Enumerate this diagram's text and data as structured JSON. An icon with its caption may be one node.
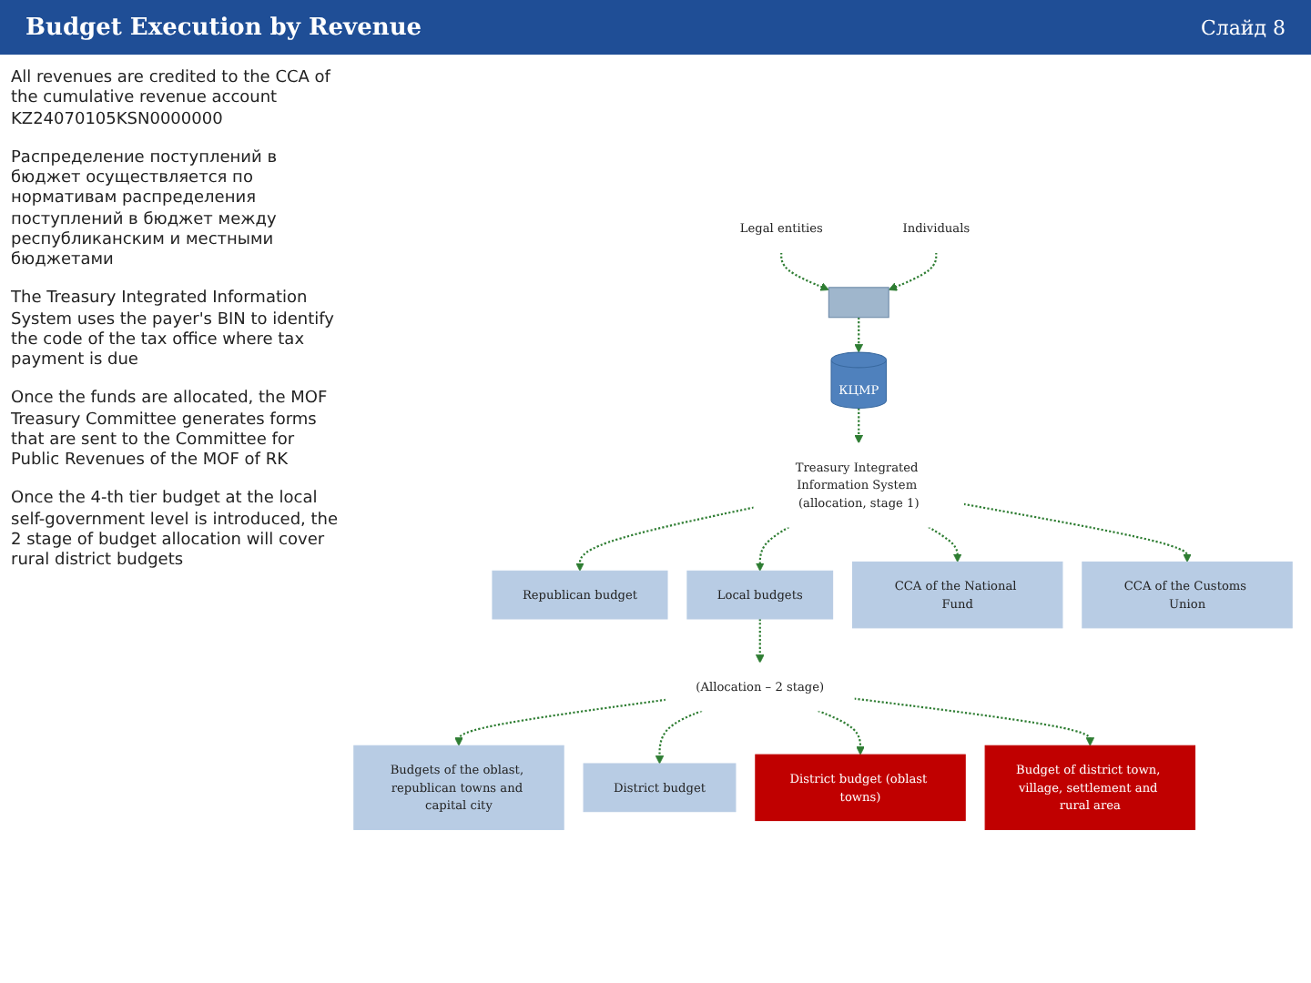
{
  "diagram": {
    "title": "Budget Execution by Revenue",
    "nodes": [
      {
        "text": [
          "Legal entities"
        ]
      },
      {
        "text": [
          "Individuals"
        ]
      },
      {
        "text": [],
        "shape": "box"
      },
      {
        "text": [
          "КЦМР"
        ]
      },
      {
        "text": [
          "Treasury Integrated Information System (allocation, stage 1)"
        ]
      },
      {
        "text": [
          "Republican budget"
        ]
      },
      {
        "text": [
          "Local budgets"
        ]
      },
      {
        "text": [
          "CCA of the National Fund"
        ]
      },
      {
        "text": [
          "CCA of the Customs Union"
        ]
      },
      {
        "text": [
          "(Allocation – 2 stage)"
        ]
      },
      {
        "text": [
          "Budgets of the oblast, republican towns and capital city"
        ]
      },
      {
        "text": [
          "District budget"
        ]
      },
      {
        "text": [
          "District budget (oblast towns)"
        ]
      },
      {
        "text": [
          "Budget of district town, village, settlement and rural area"
        ]
      }
    ],
    "edges": [
      {
        "from": 0,
        "to": 2,
        "arrow": "to",
        "style": "dashed"
      },
      {
        "from": 1,
        "to": 2,
        "arrow": "to",
        "style": "dashed"
      },
      {
        "from": 2,
        "to": 3,
        "arrow": "to",
        "style": "dashed"
      },
      {
        "from": 3,
        "to": 4,
        "arrow": "to",
        "style": "dashed"
      },
      {
        "from": 4,
        "to": 5,
        "arrow": "to",
        "style": "dashed"
      },
      {
        "from": 4,
        "to": 6,
        "arrow": "to",
        "style": "dashed"
      },
      {
        "from": 4,
        "to": 7,
        "arrow": "to",
        "style": "dashed"
      },
      {
        "from": 4,
        "to": 8,
        "arrow": "to",
        "style": "dashed"
      },
      {
        "from": 6,
        "to": 9,
        "arrow": "to",
        "style": "dashed"
      },
      {
        "from": 9,
        "to": 10,
        "arrow": "to",
        "style": "dashed"
      },
      {
        "from": 9,
        "to": 11,
        "arrow": "to",
        "style": "dashed"
      },
      {
        "from": 9,
        "to": 12,
        "arrow": "to",
        "style": "dashed"
      },
      {
        "from": 9,
        "to": 13,
        "arrow": "to",
        "style": "dashed"
      }
    ],
    "labels": [
      "Слайд 8",
      "All revenues are credited to the CCA of the cumulative revenue account KZ24070105KSN0000000",
      "Распределение поступлений в бюджет осуществляется по нормативам распределения поступлений в бюджет между республиканским и местными бюджетами",
      "The Treasury Integrated Information System uses the payer's BIN to identify the code of the tax office where tax payment is due",
      "Once the funds are allocated, the MOF Treasury Committee generates forms that are sent to the Committee for Public Revenues of the MOF of RK",
      "Once the 4-th tier budget at the local self-government level is introduced, the 2 stage of budget allocation will cover rural district budgets"
    ]
  }
}
